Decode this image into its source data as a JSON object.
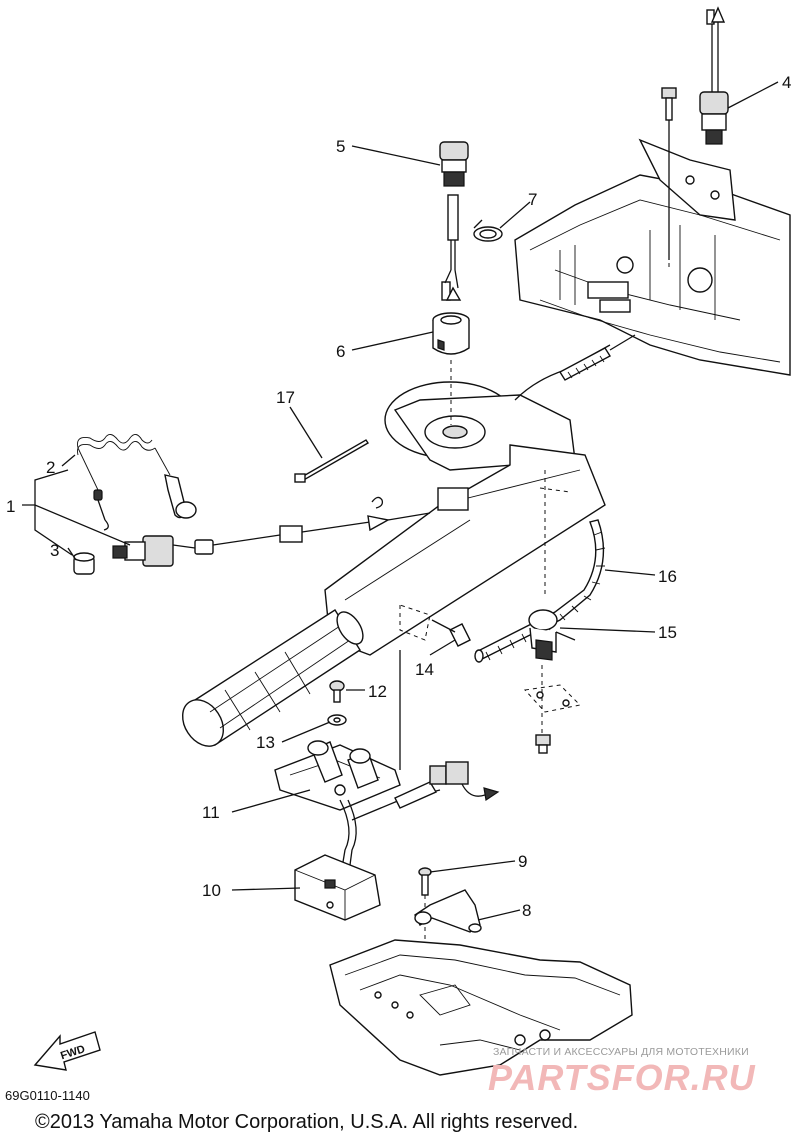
{
  "diagram_code": "69G0110-1140",
  "copyright": "©2013 Yamaha Motor Corporation, U.S.A. All rights reserved.",
  "fwd_label": "FWD",
  "watermark": {
    "caption": "ЗАПЧАСТИ И АКСЕССУАРЫ ДЛЯ МОТОТЕХНИКИ",
    "brand": "PARTSFOR.RU"
  },
  "callouts": [
    {
      "label": "1"
    },
    {
      "label": "2"
    },
    {
      "label": "3"
    },
    {
      "label": "4"
    },
    {
      "label": "5"
    },
    {
      "label": "6"
    },
    {
      "label": "7"
    },
    {
      "label": "8"
    },
    {
      "label": "9"
    },
    {
      "label": "10"
    },
    {
      "label": "11"
    },
    {
      "label": "12"
    },
    {
      "label": "13"
    },
    {
      "label": "14"
    },
    {
      "label": "15"
    },
    {
      "label": "16"
    },
    {
      "label": "17"
    }
  ]
}
